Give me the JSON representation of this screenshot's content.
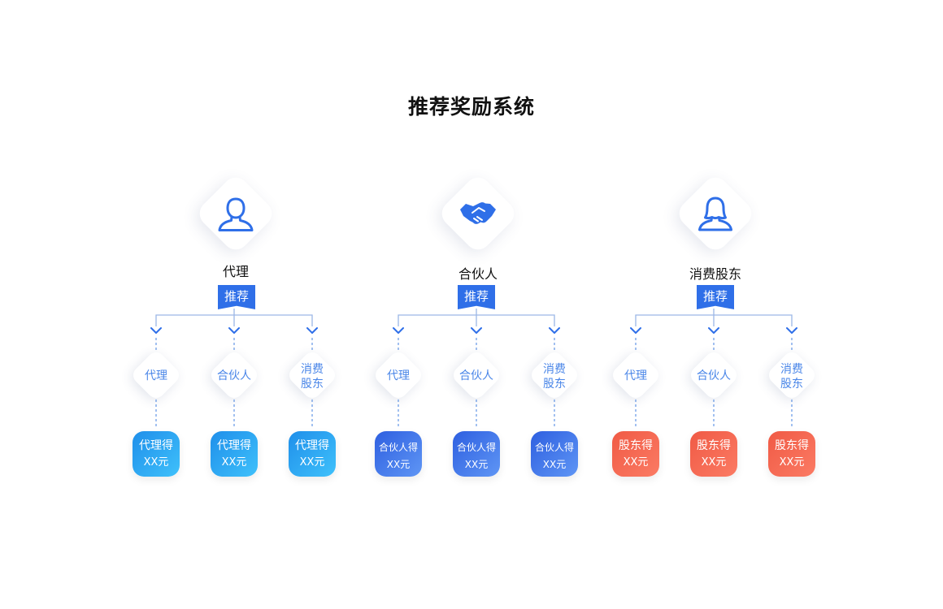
{
  "title": "推荐奖励系统",
  "badge_label": "推荐",
  "colors": {
    "accent": "#2f6fe8",
    "line": "#9cb6e6",
    "sub_text": "#4a86e8",
    "cyan_card": "#27a8f5",
    "blue_card": "#3d79ec",
    "red_card": "#f4664f"
  },
  "groups": [
    {
      "name": "代理",
      "icon": "person-icon",
      "children": [
        {
          "label_lines": [
            "代理"
          ],
          "reward_title": "代理得",
          "reward_amount": "XX元"
        },
        {
          "label_lines": [
            "合伙人"
          ],
          "reward_title": "代理得",
          "reward_amount": "XX元"
        },
        {
          "label_lines": [
            "消费",
            "股东"
          ],
          "reward_title": "代理得",
          "reward_amount": "XX元"
        }
      ]
    },
    {
      "name": "合伙人",
      "icon": "handshake-icon",
      "children": [
        {
          "label_lines": [
            "代理"
          ],
          "reward_title": "合伙人得",
          "reward_amount": "XX元"
        },
        {
          "label_lines": [
            "合伙人"
          ],
          "reward_title": "合伙人得",
          "reward_amount": "XX元"
        },
        {
          "label_lines": [
            "消费",
            "股东"
          ],
          "reward_title": "合伙人得",
          "reward_amount": "XX元"
        }
      ]
    },
    {
      "name": "消费股东",
      "icon": "woman-icon",
      "children": [
        {
          "label_lines": [
            "代理"
          ],
          "reward_title": "股东得",
          "reward_amount": "XX元"
        },
        {
          "label_lines": [
            "合伙人"
          ],
          "reward_title": "股东得",
          "reward_amount": "XX元"
        },
        {
          "label_lines": [
            "消费",
            "股东"
          ],
          "reward_title": "股东得",
          "reward_amount": "XX元"
        }
      ]
    }
  ]
}
